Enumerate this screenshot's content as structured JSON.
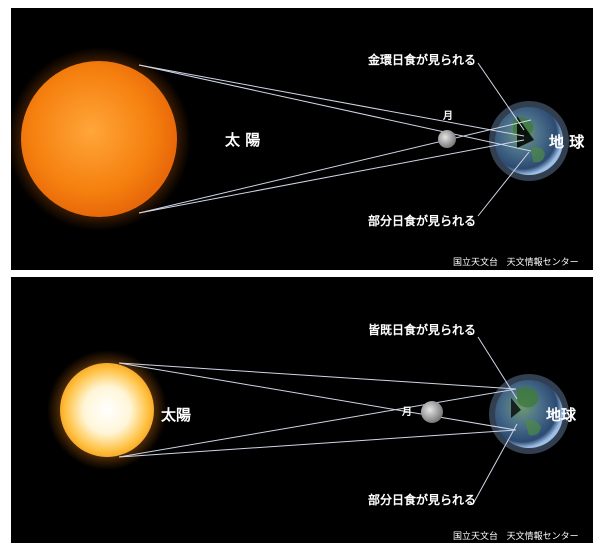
{
  "colors": {
    "background": "#000000",
    "sun_orange": "#f07a10",
    "sun_white": "#fff8e8",
    "rays": "#cfd6e6",
    "text": "#ffffff"
  },
  "panels": [
    {
      "name": "annular-eclipse",
      "sun_label": "太 陽",
      "moon_label": "月",
      "earth_label": "地 球",
      "upper_callout": "金環日食が見られる",
      "lower_callout": "部分日食が見られる",
      "credit_org": "国立天文台",
      "credit_dept": "天文情報センター"
    },
    {
      "name": "total-eclipse",
      "sun_label": "太陽",
      "moon_label": "月",
      "earth_label": "地球",
      "upper_callout": "皆既日食が見られる",
      "lower_callout": "部分日食が見られる",
      "credit_org": "国立天文台",
      "credit_dept": "天文情報センター"
    }
  ]
}
